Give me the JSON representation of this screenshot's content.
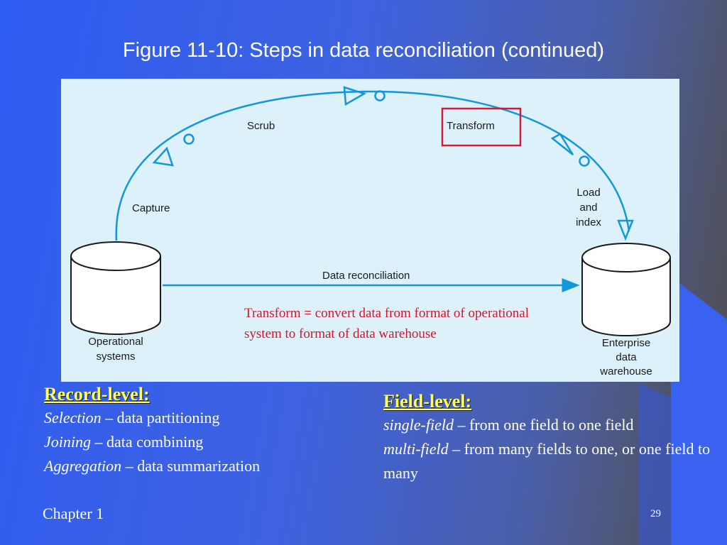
{
  "slide": {
    "title": "Figure 11-10: Steps in data reconciliation (continued)",
    "footer": "Chapter 1",
    "page_number": "29"
  },
  "diagram": {
    "steps": [
      "Scrub",
      "Transform",
      "Capture"
    ],
    "load_lines": [
      "Load",
      "and",
      "index"
    ],
    "flow_label": "Data reconciliation",
    "source_lines": [
      "Operational",
      "systems"
    ],
    "target_lines": [
      "Enterprise",
      "data",
      "warehouse"
    ],
    "note": "Transform = convert data from format of operational system to format of data warehouse",
    "colors": {
      "arc": "#1296dc",
      "highlight": "#d01a36",
      "note": "#d4142a",
      "panel": "#ddf1fb"
    }
  },
  "record_level": {
    "heading": "Record-level:",
    "items": [
      {
        "term": "Selection",
        "desc": " – data partitioning"
      },
      {
        "term": "Joining",
        "desc": " – data combining"
      },
      {
        "term": "Aggregation",
        "desc": " – data summarization"
      }
    ]
  },
  "field_level": {
    "heading": "Field-level:",
    "items": [
      {
        "term": "single-field",
        "desc": " – from one field to one field"
      },
      {
        "term": "multi-field",
        "desc": " – from many fields to one, or one field to many"
      }
    ]
  }
}
